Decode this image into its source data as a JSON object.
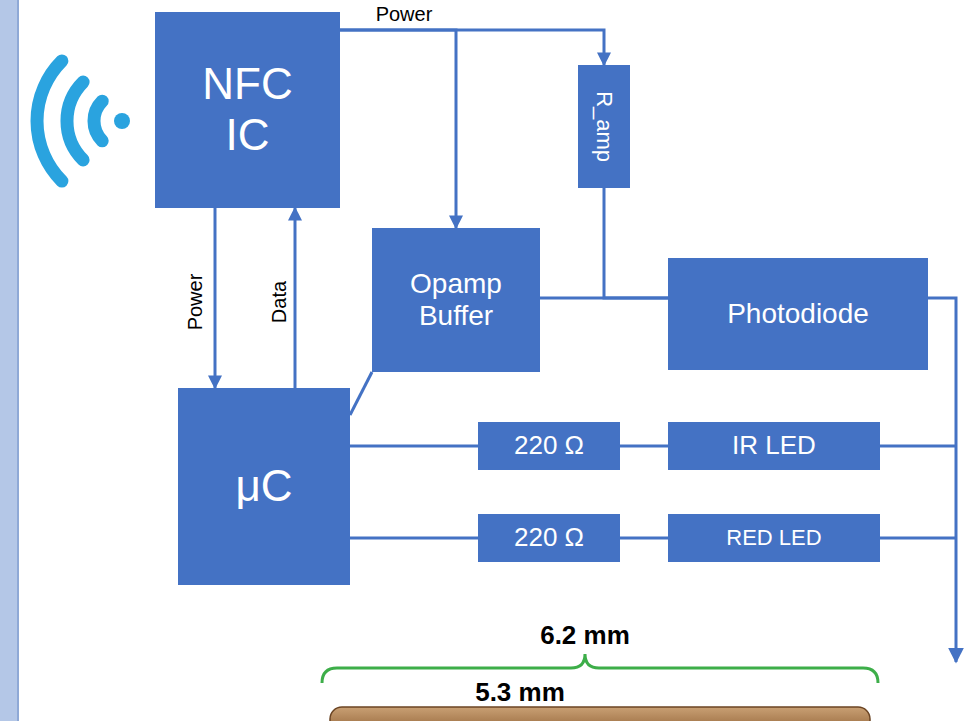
{
  "diagram": {
    "nodes": [
      {
        "text": [
          "NFC IC"
        ]
      },
      {
        "text": [
          "R_amp"
        ]
      },
      {
        "text": [
          "Opamp Buffer"
        ]
      },
      {
        "text": [
          "Photodiode"
        ]
      },
      {
        "text": [
          "μC"
        ]
      },
      {
        "text": [
          "220 Ω"
        ]
      },
      {
        "text": [
          "IR LED"
        ]
      },
      {
        "text": [
          "220 Ω"
        ]
      },
      {
        "text": [
          "RED LED"
        ]
      }
    ],
    "edges": [
      {
        "from": 0,
        "to": 1,
        "arrow": "to",
        "label": "Power"
      },
      {
        "from": 0,
        "to": 2,
        "arrow": "to"
      },
      {
        "from": 0,
        "to": 4,
        "arrow": "to",
        "label": "Power"
      },
      {
        "from": 4,
        "to": 0,
        "arrow": "to",
        "label": "Data"
      },
      {
        "from": 4,
        "to": 2,
        "arrow": "none"
      },
      {
        "from": 2,
        "to": 3,
        "arrow": "none"
      },
      {
        "from": 1,
        "to": 3,
        "arrow": "none"
      },
      {
        "from": 4,
        "to": 5,
        "arrow": "none"
      },
      {
        "from": 5,
        "to": 6,
        "arrow": "none"
      },
      {
        "from": 4,
        "to": 7,
        "arrow": "none"
      },
      {
        "from": 7,
        "to": 8,
        "arrow": "none"
      }
    ],
    "labels": [
      "6.2 mm",
      "5.3 mm"
    ]
  }
}
